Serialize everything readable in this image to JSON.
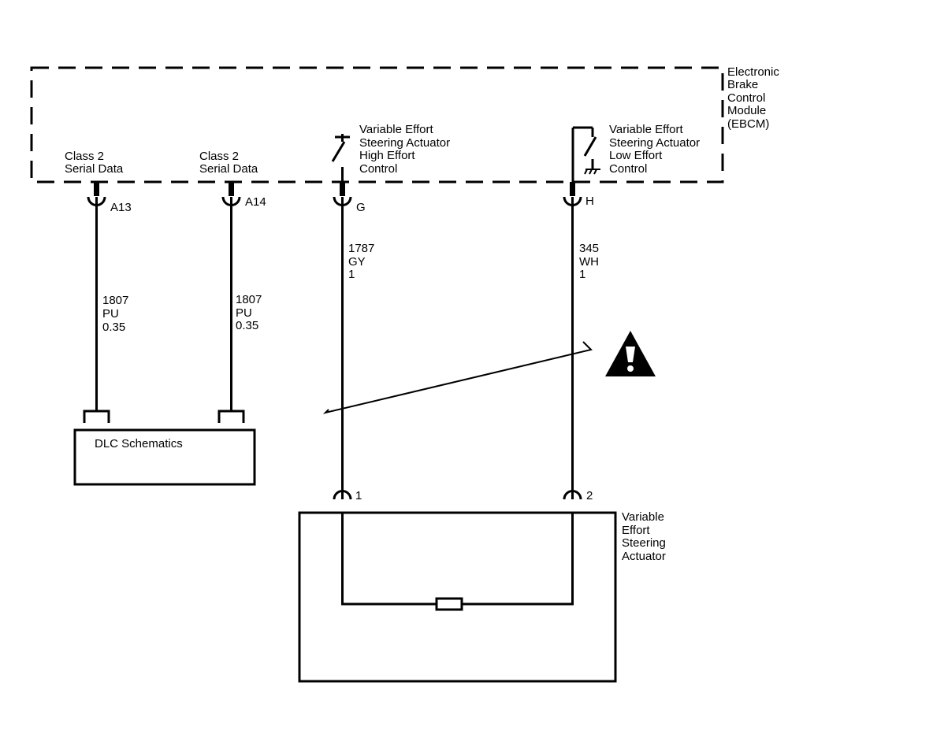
{
  "module": {
    "name_lines": [
      "Electronic",
      "Brake",
      "Control",
      "Module",
      "(EBCM)"
    ]
  },
  "circuits": {
    "a13": {
      "function_lines": [
        "Class 2",
        "Serial Data"
      ],
      "pin": "A13",
      "wire_lines": [
        "1807",
        "PU",
        "0.35"
      ]
    },
    "a14": {
      "function_lines": [
        "Class 2",
        "Serial Data"
      ],
      "pin": "A14",
      "wire_lines": [
        "1807",
        "PU",
        "0.35"
      ]
    },
    "g": {
      "function_lines": [
        "Variable Effort",
        "Steering Actuator",
        "High Effort",
        "Control"
      ],
      "pin": "G",
      "wire_lines": [
        "1787",
        "GY",
        "1"
      ],
      "actuator_pin": "1"
    },
    "h": {
      "function_lines": [
        "Variable Effort",
        "Steering Actuator",
        "Low Effort",
        "Control"
      ],
      "pin": "H",
      "wire_lines": [
        "345",
        "WH",
        "1"
      ],
      "actuator_pin": "2"
    }
  },
  "dlc": {
    "label": "DLC Schematics"
  },
  "actuator": {
    "name_lines": [
      "Variable",
      "Effort",
      "Steering",
      "Actuator"
    ]
  },
  "warning": {
    "icon": "warning-triangle-icon"
  }
}
